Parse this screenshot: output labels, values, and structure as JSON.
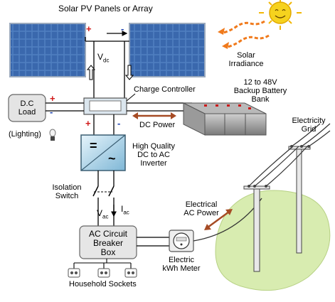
{
  "panels": {
    "title": "Solar PV Panels or Array",
    "plus": "+",
    "minus": "-"
  },
  "irradiance": {
    "line1": "Solar",
    "line2": "Irradiance"
  },
  "vdc": {
    "main": "V",
    "sub": "dc"
  },
  "charge_controller": {
    "label": "Charge Controller"
  },
  "battery": {
    "line1": "12 to 48V",
    "line2": "Backup Battery",
    "line3": "Bank"
  },
  "dc_load": {
    "line1": "D.C",
    "line2": "Load",
    "note": "(Lighting)",
    "plus": "+",
    "minus": "-"
  },
  "dc_power": {
    "label": "DC Power"
  },
  "inverter": {
    "line1": "High Quality",
    "line2": "DC to AC",
    "line3": "Inverter",
    "symbol_dc": "=",
    "symbol_ac": "~",
    "plus": "+",
    "minus": "-"
  },
  "isolation_switch": {
    "line1": "Isolation",
    "line2": "Switch"
  },
  "vac": {
    "main": "V",
    "sub": "ac"
  },
  "iac": {
    "main": "I",
    "sub": "ac"
  },
  "breaker_box": {
    "line1": "AC Circuit",
    "line2": "Breaker",
    "line3": "Box"
  },
  "meter": {
    "line1": "Electric",
    "line2": "kWh Meter"
  },
  "ac_power": {
    "line1": "Electrical",
    "line2": "AC Power"
  },
  "grid": {
    "line1": "Electricity",
    "line2": "Grid"
  },
  "sockets": {
    "label": "Household Sockets"
  },
  "colors": {
    "panel_blue": "#3f6fb3",
    "arrow_orange": "#f07a1c",
    "sun_yellow": "#f6d21e",
    "wire_red": "#d01818",
    "grass_green": "#d8ecb0",
    "dc_arrow_brown": "#a64b24"
  }
}
